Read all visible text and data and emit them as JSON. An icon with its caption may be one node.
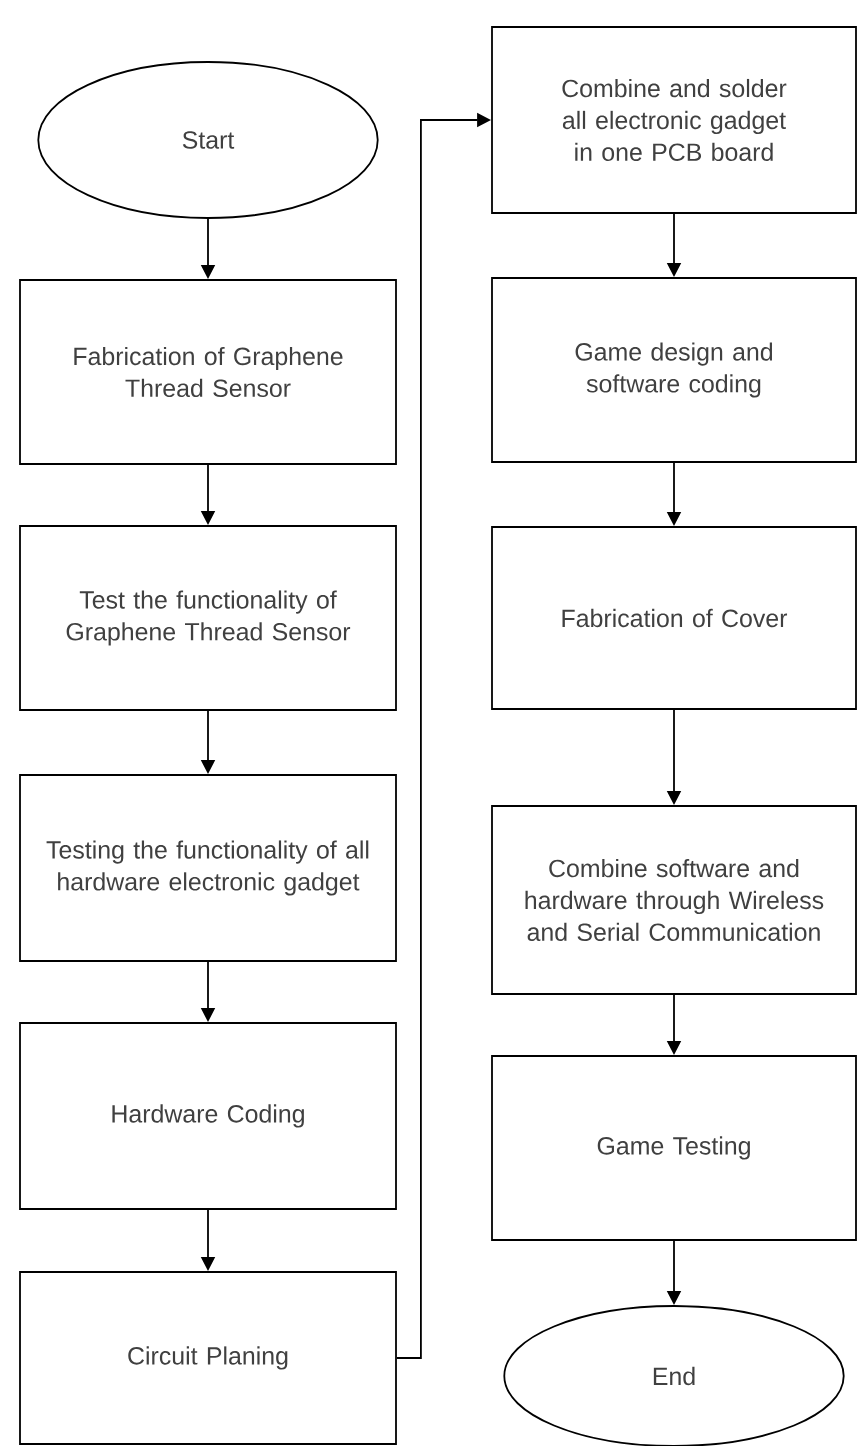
{
  "diagram": {
    "nodes": [
      {
        "text": [
          "Start"
        ]
      },
      {
        "text": [
          "Fabrication of Graphene Thread Sensor"
        ]
      },
      {
        "text": [
          "Test the functionality of Graphene Thread Sensor"
        ]
      },
      {
        "text": [
          "Testing the functionality of all hardware electronic gadget"
        ]
      },
      {
        "text": [
          "Hardware Coding"
        ]
      },
      {
        "text": [
          "Circuit Planing"
        ]
      },
      {
        "text": [
          "Combine and solder all electronic gadget in one PCB board"
        ]
      },
      {
        "text": [
          "Game design and software coding"
        ]
      },
      {
        "text": [
          "Fabrication of Cover"
        ]
      },
      {
        "text": [
          "Combine software and hardware through Wireless and Serial Communication"
        ]
      },
      {
        "text": [
          "Game Testing"
        ]
      },
      {
        "text": [
          "End"
        ]
      }
    ],
    "edges": [
      {
        "from": 0,
        "to": 1,
        "arrow": "to"
      },
      {
        "from": 1,
        "to": 2,
        "arrow": "to"
      },
      {
        "from": 2,
        "to": 3,
        "arrow": "to"
      },
      {
        "from": 3,
        "to": 4,
        "arrow": "to"
      },
      {
        "from": 4,
        "to": 5,
        "arrow": "to"
      },
      {
        "from": 5,
        "to": 6,
        "arrow": "to"
      },
      {
        "from": 6,
        "to": 7,
        "arrow": "to"
      },
      {
        "from": 7,
        "to": 8,
        "arrow": "to"
      },
      {
        "from": 8,
        "to": 9,
        "arrow": "to"
      },
      {
        "from": 9,
        "to": 10,
        "arrow": "to"
      },
      {
        "from": 10,
        "to": 11,
        "arrow": "to"
      }
    ]
  }
}
